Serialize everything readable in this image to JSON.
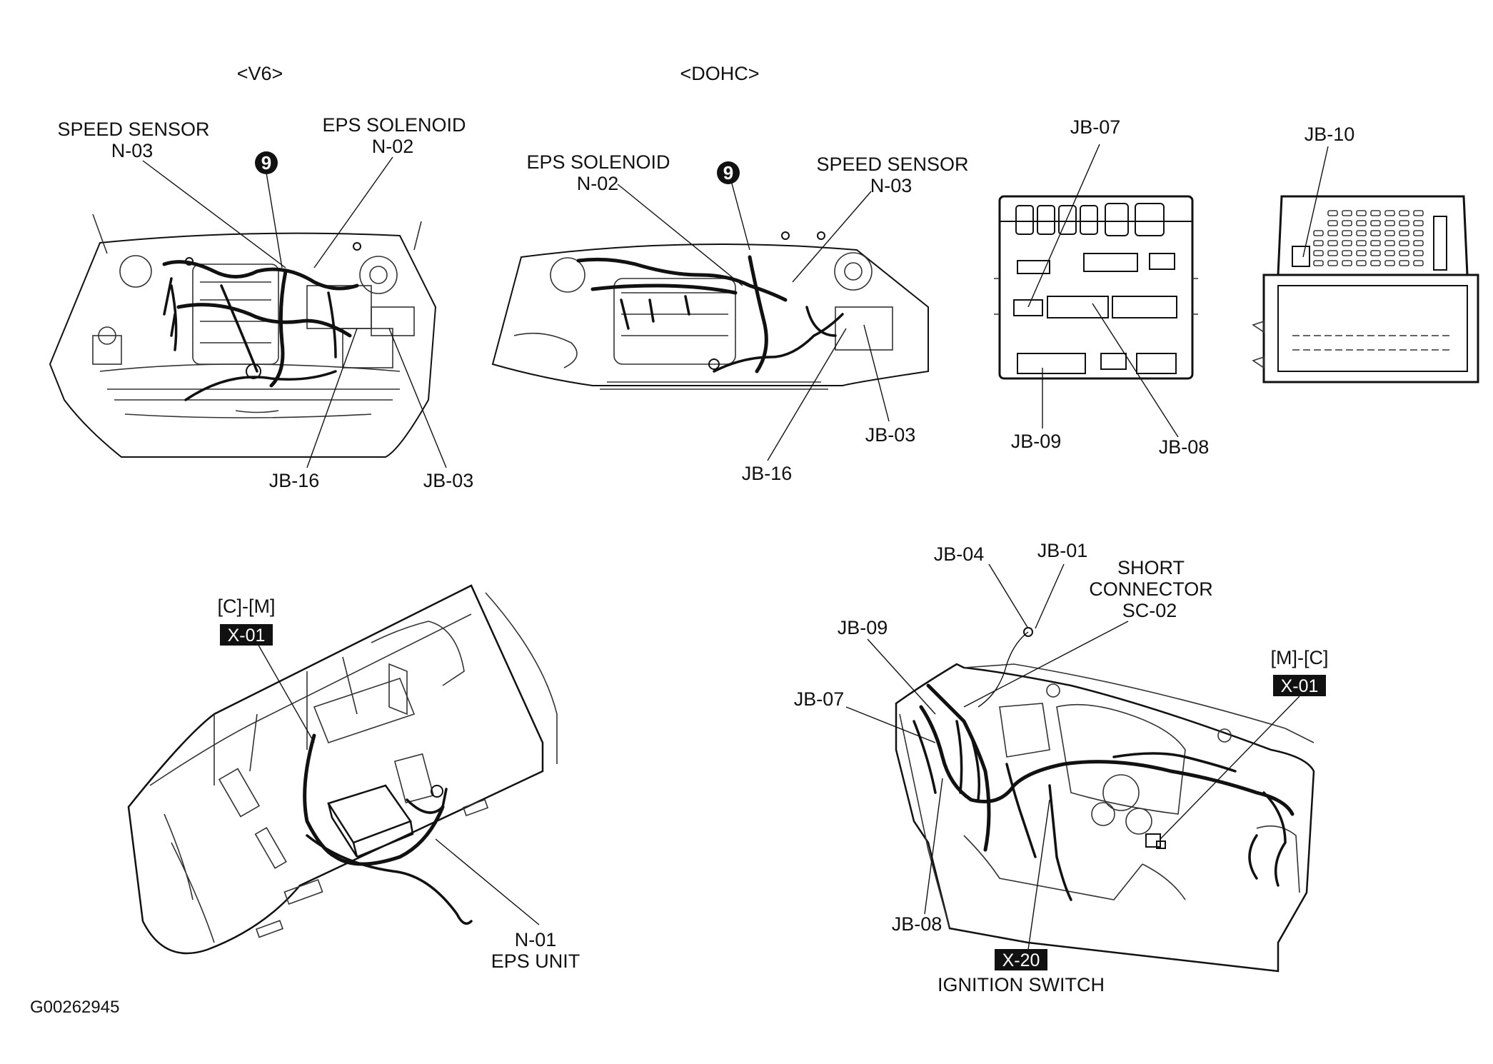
{
  "panels": {
    "v6": {
      "heading": "<V6>",
      "speed_sensor_name": "SPEED SENSOR",
      "speed_sensor_code": "N-03",
      "eps_solenoid_name": "EPS SOLENOID",
      "eps_solenoid_code": "N-02",
      "badge": "9",
      "jb16": "JB-16",
      "jb03": "JB-03"
    },
    "dohc": {
      "heading": "<DOHC>",
      "eps_solenoid_name": "EPS SOLENOID",
      "eps_solenoid_code": "N-02",
      "badge": "9",
      "speed_sensor_name": "SPEED SENSOR",
      "speed_sensor_code": "N-03",
      "jb16": "JB-16",
      "jb03": "JB-03"
    },
    "junction_block": {
      "jb07": "JB-07",
      "jb09": "JB-09",
      "jb08": "JB-08"
    },
    "fuse_box": {
      "jb10": "JB-10"
    },
    "floor": {
      "cm_label": "[C]-[M]",
      "x01": "X-01",
      "n01_code": "N-01",
      "n01_name": "EPS UNIT"
    },
    "dash": {
      "jb04": "JB-04",
      "jb01": "JB-01",
      "short_connector_line1": "SHORT",
      "short_connector_line2": "CONNECTOR",
      "short_connector_code": "SC-02",
      "jb09": "JB-09",
      "jb07": "JB-07",
      "mc_label": "[M]-[C]",
      "x01": "X-01",
      "jb08": "JB-08",
      "x20": "X-20",
      "ignition_switch": "IGNITION SWITCH"
    }
  },
  "figure_id": "G00262945"
}
